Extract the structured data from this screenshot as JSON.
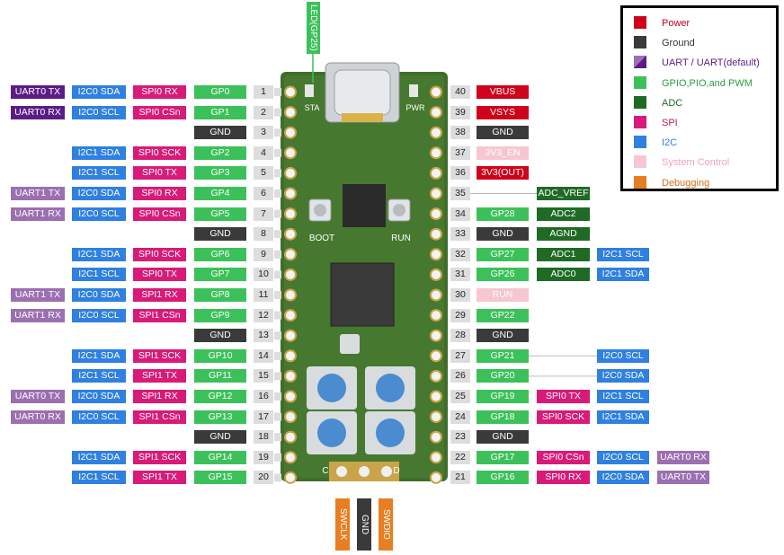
{
  "colors": {
    "power": "#d0021b",
    "ground": "#3a3a3a",
    "uart": "#5b1c86",
    "uart_default": "#9b6fb0",
    "gpio": "#3cc15a",
    "adc": "#1f6b25",
    "spi": "#d81b78",
    "i2c": "#2f80e0",
    "sysctl": "#f7c6d0",
    "debug": "#e67e22",
    "board": "#3e6b2a"
  },
  "legend": [
    {
      "key": "power",
      "label": "Power",
      "text_color": "#c0001a"
    },
    {
      "key": "ground",
      "label": "Ground",
      "text_color": "#333333"
    },
    {
      "key": "uart",
      "label": "UART / UART(default)",
      "text_color": "#5b1c86"
    },
    {
      "key": "gpio",
      "label": "GPIO,PIO,and PWM",
      "text_color": "#2e9a43"
    },
    {
      "key": "adc",
      "label": "ADC",
      "text_color": "#1f6b25"
    },
    {
      "key": "spi",
      "label": "SPI",
      "text_color": "#c2185b"
    },
    {
      "key": "i2c",
      "label": "I2C",
      "text_color": "#2f80e0"
    },
    {
      "key": "sysctl",
      "label": "System Control",
      "text_color": "#f2a3b4"
    },
    {
      "key": "debug",
      "label": "Debugging",
      "text_color": "#d4701a"
    }
  ],
  "left_pins": [
    {
      "num": "1",
      "labels": [
        [
          "UART0 TX",
          "uart"
        ],
        [
          "I2C0 SDA",
          "i2c"
        ],
        [
          "SPI0 RX",
          "spi"
        ],
        [
          "GP0",
          "gpio"
        ]
      ]
    },
    {
      "num": "2",
      "labels": [
        [
          "UART0 RX",
          "uart"
        ],
        [
          "I2C0 SCL",
          "i2c"
        ],
        [
          "SPI0 CSn",
          "spi"
        ],
        [
          "GP1",
          "gpio"
        ]
      ]
    },
    {
      "num": "3",
      "labels": [
        [
          "GND",
          "ground"
        ]
      ]
    },
    {
      "num": "4",
      "labels": [
        [
          "I2C1 SDA",
          "i2c"
        ],
        [
          "SPI0 SCK",
          "spi"
        ],
        [
          "GP2",
          "gpio"
        ]
      ]
    },
    {
      "num": "5",
      "labels": [
        [
          "I2C1 SCL",
          "i2c"
        ],
        [
          "SPI0 TX",
          "spi"
        ],
        [
          "GP3",
          "gpio"
        ]
      ]
    },
    {
      "num": "6",
      "labels": [
        [
          "UART1 TX",
          "uart_default"
        ],
        [
          "I2C0 SDA",
          "i2c"
        ],
        [
          "SPI0 RX",
          "spi"
        ],
        [
          "GP4",
          "gpio"
        ]
      ]
    },
    {
      "num": "7",
      "labels": [
        [
          "UART1 RX",
          "uart_default"
        ],
        [
          "I2C0 SCL",
          "i2c"
        ],
        [
          "SPI0 CSn",
          "spi"
        ],
        [
          "GP5",
          "gpio"
        ]
      ]
    },
    {
      "num": "8",
      "labels": [
        [
          "GND",
          "ground"
        ]
      ]
    },
    {
      "num": "9",
      "labels": [
        [
          "I2C1 SDA",
          "i2c"
        ],
        [
          "SPI0 SCK",
          "spi"
        ],
        [
          "GP6",
          "gpio"
        ]
      ]
    },
    {
      "num": "10",
      "labels": [
        [
          "I2C1 SCL",
          "i2c"
        ],
        [
          "SPI0 TX",
          "spi"
        ],
        [
          "GP7",
          "gpio"
        ]
      ]
    },
    {
      "num": "11",
      "labels": [
        [
          "UART1 TX",
          "uart_default"
        ],
        [
          "I2C0 SDA",
          "i2c"
        ],
        [
          "SPI1 RX",
          "spi"
        ],
        [
          "GP8",
          "gpio"
        ]
      ]
    },
    {
      "num": "12",
      "labels": [
        [
          "UART1 RX",
          "uart_default"
        ],
        [
          "I2C0 SCL",
          "i2c"
        ],
        [
          "SPI1 CSn",
          "spi"
        ],
        [
          "GP9",
          "gpio"
        ]
      ]
    },
    {
      "num": "13",
      "labels": [
        [
          "GND",
          "ground"
        ]
      ]
    },
    {
      "num": "14",
      "labels": [
        [
          "I2C1 SDA",
          "i2c"
        ],
        [
          "SPI1 SCK",
          "spi"
        ],
        [
          "GP10",
          "gpio"
        ]
      ]
    },
    {
      "num": "15",
      "labels": [
        [
          "I2C1 SCL",
          "i2c"
        ],
        [
          "SPI1 TX",
          "spi"
        ],
        [
          "GP11",
          "gpio"
        ]
      ]
    },
    {
      "num": "16",
      "labels": [
        [
          "UART0 TX",
          "uart_default"
        ],
        [
          "I2C0 SDA",
          "i2c"
        ],
        [
          "SPI1 RX",
          "spi"
        ],
        [
          "GP12",
          "gpio"
        ]
      ]
    },
    {
      "num": "17",
      "labels": [
        [
          "UART0 RX",
          "uart_default"
        ],
        [
          "I2C0 SCL",
          "i2c"
        ],
        [
          "SPI1 CSn",
          "spi"
        ],
        [
          "GP13",
          "gpio"
        ]
      ]
    },
    {
      "num": "18",
      "labels": [
        [
          "GND",
          "ground"
        ]
      ]
    },
    {
      "num": "19",
      "labels": [
        [
          "I2C1 SDA",
          "i2c"
        ],
        [
          "SPI1 SCK",
          "spi"
        ],
        [
          "GP14",
          "gpio"
        ]
      ]
    },
    {
      "num": "20",
      "labels": [
        [
          "I2C1 SCL",
          "i2c"
        ],
        [
          "SPI1 TX",
          "spi"
        ],
        [
          "GP15",
          "gpio"
        ]
      ]
    }
  ],
  "right_pins": [
    {
      "num": "40",
      "labels": [
        [
          "VBUS",
          "power"
        ]
      ]
    },
    {
      "num": "39",
      "labels": [
        [
          "VSYS",
          "power"
        ]
      ]
    },
    {
      "num": "38",
      "labels": [
        [
          "GND",
          "ground"
        ]
      ]
    },
    {
      "num": "37",
      "labels": [
        [
          "3V3_EN",
          "sysctl"
        ]
      ]
    },
    {
      "num": "36",
      "labels": [
        [
          "3V3(OUT)",
          "power"
        ]
      ]
    },
    {
      "num": "35",
      "labels": [
        [
          "ADC_VREF",
          "adc"
        ]
      ]
    },
    {
      "num": "34",
      "labels": [
        [
          "GP28",
          "gpio"
        ],
        [
          "ADC2",
          "adc"
        ]
      ]
    },
    {
      "num": "33",
      "labels": [
        [
          "GND",
          "ground"
        ],
        [
          "AGND",
          "adc"
        ]
      ]
    },
    {
      "num": "32",
      "labels": [
        [
          "GP27",
          "gpio"
        ],
        [
          "ADC1",
          "adc"
        ],
        [
          "I2C1 SCL",
          "i2c"
        ]
      ]
    },
    {
      "num": "31",
      "labels": [
        [
          "GP26",
          "gpio"
        ],
        [
          "ADC0",
          "adc"
        ],
        [
          "I2C1 SDA",
          "i2c"
        ]
      ]
    },
    {
      "num": "30",
      "labels": [
        [
          "RUN",
          "sysctl"
        ]
      ]
    },
    {
      "num": "29",
      "labels": [
        [
          "GP22",
          "gpio"
        ]
      ]
    },
    {
      "num": "28",
      "labels": [
        [
          "GND",
          "ground"
        ]
      ]
    },
    {
      "num": "27",
      "labels": [
        [
          "GP21",
          "gpio"
        ],
        [
          "",
          "none"
        ],
        [
          "I2C0 SCL",
          "i2c"
        ]
      ]
    },
    {
      "num": "26",
      "labels": [
        [
          "GP20",
          "gpio"
        ],
        [
          "",
          "none"
        ],
        [
          "I2C0 SDA",
          "i2c"
        ]
      ]
    },
    {
      "num": "25",
      "labels": [
        [
          "GP19",
          "gpio"
        ],
        [
          "SPI0 TX",
          "spi"
        ],
        [
          "I2C1 SCL",
          "i2c"
        ]
      ]
    },
    {
      "num": "24",
      "labels": [
        [
          "GP18",
          "gpio"
        ],
        [
          "SPI0 SCK",
          "spi"
        ],
        [
          "I2C1 SDA",
          "i2c"
        ]
      ]
    },
    {
      "num": "23",
      "labels": [
        [
          "GND",
          "ground"
        ]
      ]
    },
    {
      "num": "22",
      "labels": [
        [
          "GP17",
          "gpio"
        ],
        [
          "SPI0 CSn",
          "spi"
        ],
        [
          "I2C0 SCL",
          "i2c"
        ],
        [
          "UART0 RX",
          "uart_default"
        ]
      ]
    },
    {
      "num": "21",
      "labels": [
        [
          "GP16",
          "gpio"
        ],
        [
          "SPI0 RX",
          "spi"
        ],
        [
          "I2C0 SDA",
          "i2c"
        ],
        [
          "UART0 TX",
          "uart_default"
        ]
      ]
    }
  ],
  "top_label": "LED(GP25)",
  "board": {
    "sta": "STA",
    "pwr": "PWR",
    "boot": "BOOT",
    "run": "RUN",
    "c": "C",
    "d": "D"
  },
  "debug_pins": [
    "SWCLK",
    "GND",
    "SWDIO"
  ]
}
